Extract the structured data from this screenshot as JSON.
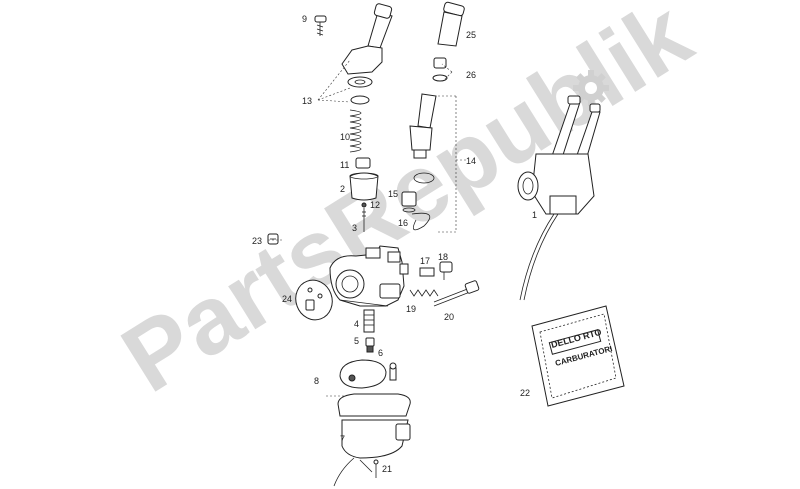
{
  "watermark": {
    "text": "PartsRepublik"
  },
  "callouts": [
    {
      "id": "9",
      "label": "9"
    },
    {
      "id": "13",
      "label": "13"
    },
    {
      "id": "10",
      "label": "10"
    },
    {
      "id": "11",
      "label": "11"
    },
    {
      "id": "2",
      "label": "2"
    },
    {
      "id": "12",
      "label": "12"
    },
    {
      "id": "3",
      "label": "3"
    },
    {
      "id": "23",
      "label": "23"
    },
    {
      "id": "24",
      "label": "24"
    },
    {
      "id": "4",
      "label": "4"
    },
    {
      "id": "5",
      "label": "5"
    },
    {
      "id": "6",
      "label": "6"
    },
    {
      "id": "8",
      "label": "8"
    },
    {
      "id": "7",
      "label": "7"
    },
    {
      "id": "21",
      "label": "21"
    },
    {
      "id": "25",
      "label": "25"
    },
    {
      "id": "26",
      "label": "26"
    },
    {
      "id": "14",
      "label": "14"
    },
    {
      "id": "15",
      "label": "15"
    },
    {
      "id": "16",
      "label": "16"
    },
    {
      "id": "17",
      "label": "17"
    },
    {
      "id": "18",
      "label": "18"
    },
    {
      "id": "19",
      "label": "19"
    },
    {
      "id": "20",
      "label": "20"
    },
    {
      "id": "1",
      "label": "1"
    },
    {
      "id": "22",
      "label": "22"
    }
  ],
  "kit_bag": {
    "line1": "DELLO RTO",
    "line2": "CARBURATORI"
  },
  "icons": {
    "watermark_logo": "gear-icon"
  }
}
